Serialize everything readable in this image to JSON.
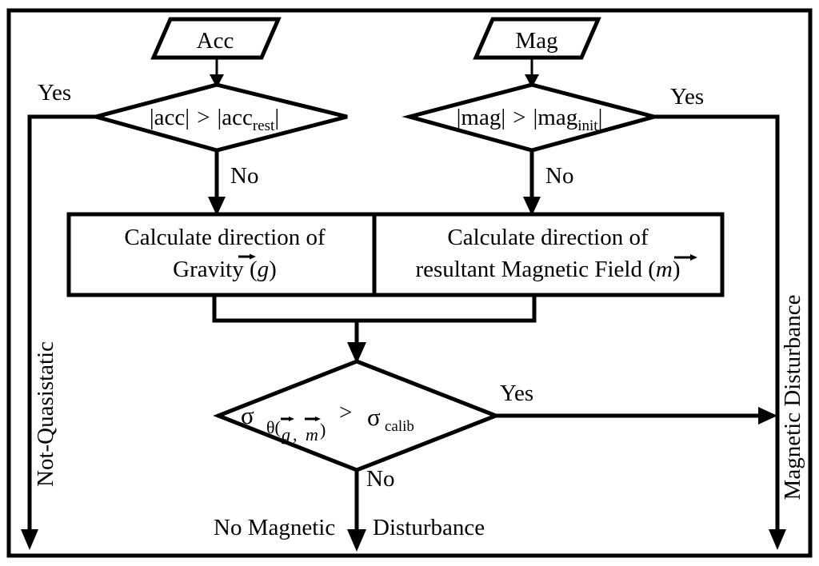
{
  "diagram": {
    "title": "Quasistatic and magnetic disturbance detection flowchart",
    "type": "flowchart",
    "background_color": "#ffffff",
    "line_color": "#000000",
    "nodes": {
      "input_acc": {
        "shape": "parallelogram",
        "label": "Acc"
      },
      "input_mag": {
        "shape": "parallelogram",
        "label": "Mag"
      },
      "decision_acc": {
        "shape": "diamond",
        "label": "|acc| > |acc_rest|",
        "parts": {
          "lhs": "|acc|",
          "op": ">",
          "rhs_base": "|acc",
          "rhs_sub": "rest",
          "rhs_tail": "|"
        }
      },
      "decision_mag": {
        "shape": "diamond",
        "label": "|mag| > |mag_init|",
        "parts": {
          "lhs": "|mag|",
          "op": ">",
          "rhs_base": "|mag",
          "rhs_sub": "init",
          "rhs_tail": "|"
        }
      },
      "process_gravity": {
        "shape": "rectangle",
        "line1": "Calculate direction of",
        "line2_pre": "Gravity (",
        "line2_vec": "g",
        "line2_post": ")"
      },
      "process_magfield": {
        "shape": "rectangle",
        "line1": "Calculate direction of",
        "line2_pre": "resultant Magnetic Field (",
        "line2_vec": "m",
        "line2_post": ")"
      },
      "decision_sigma": {
        "shape": "diamond",
        "label": "σ θ(g⃗, m⃗) > σ_calib",
        "parts": {
          "sigma": "σ",
          "theta_open": "θ(",
          "vec_g": "g",
          "comma": ",",
          "vec_m": "m",
          "theta_close": ")",
          "op": ">",
          "sigma2": "σ",
          "sub_calib": "calib"
        }
      }
    },
    "edge_labels": {
      "acc_yes": "Yes",
      "acc_no": "No",
      "mag_yes": "Yes",
      "mag_no": "No",
      "sigma_yes": "Yes",
      "sigma_no": "No"
    },
    "outcomes": {
      "left_vertical": "Not-Quasistatic",
      "right_vertical": "Magnetic Disturbance",
      "bottom_center_pre": "No Magnetic",
      "bottom_center_post": "Disturbance"
    }
  }
}
